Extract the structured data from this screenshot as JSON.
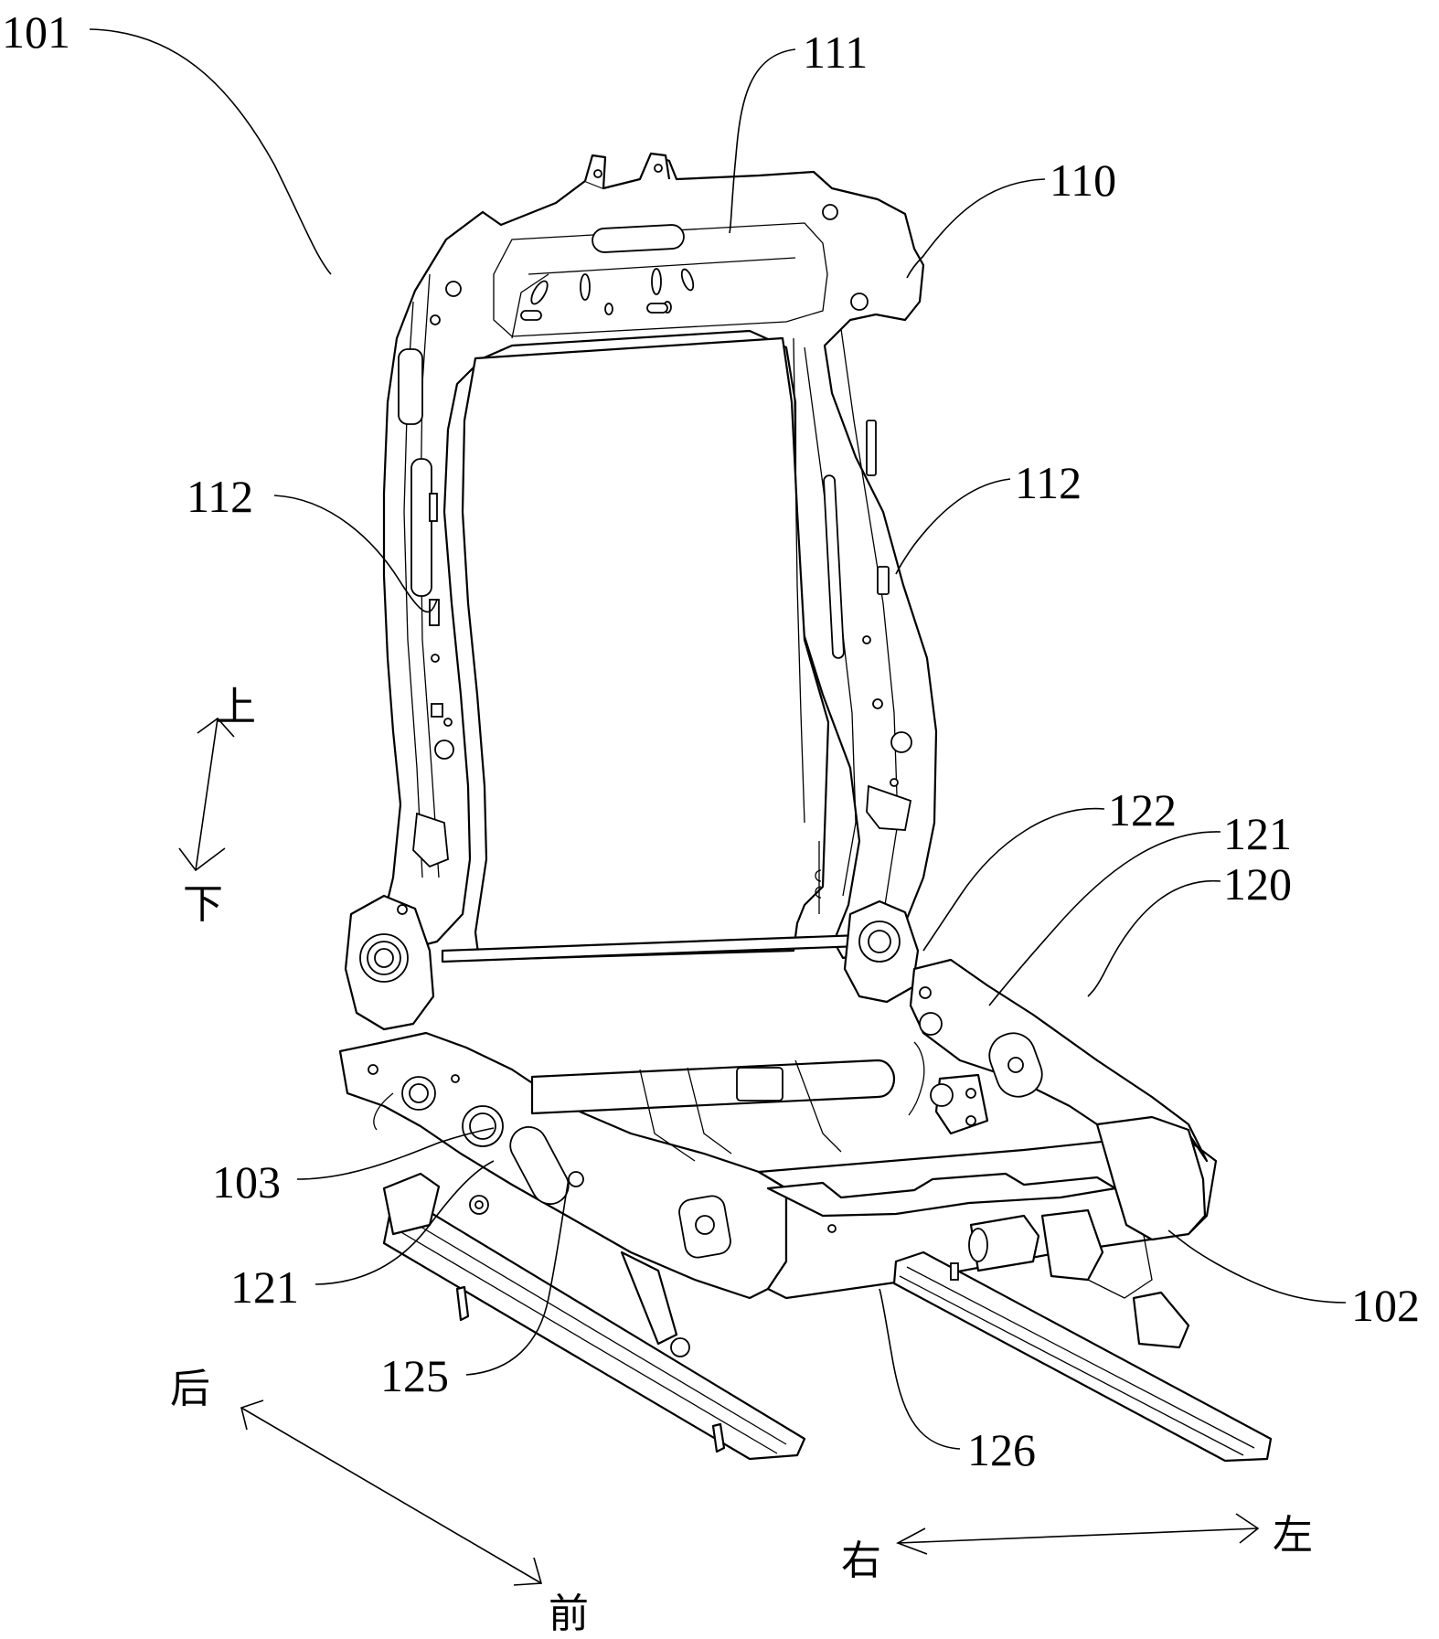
{
  "figure": {
    "subject": "Vehicle seat frame assembly (perspective line drawing)",
    "reference_labels": [
      {
        "id": "101",
        "text": "101"
      },
      {
        "id": "111",
        "text": "111"
      },
      {
        "id": "110",
        "text": "110"
      },
      {
        "id": "112-left",
        "text": "112"
      },
      {
        "id": "112-right",
        "text": "112"
      },
      {
        "id": "122",
        "text": "122"
      },
      {
        "id": "121-right",
        "text": "121"
      },
      {
        "id": "120",
        "text": "120"
      },
      {
        "id": "103",
        "text": "103"
      },
      {
        "id": "121-left",
        "text": "121"
      },
      {
        "id": "125",
        "text": "125"
      },
      {
        "id": "126",
        "text": "126"
      },
      {
        "id": "102",
        "text": "102"
      }
    ],
    "directions": {
      "up": "上",
      "down": "下",
      "rear": "后",
      "front": "前",
      "right": "右",
      "left": "左"
    }
  }
}
